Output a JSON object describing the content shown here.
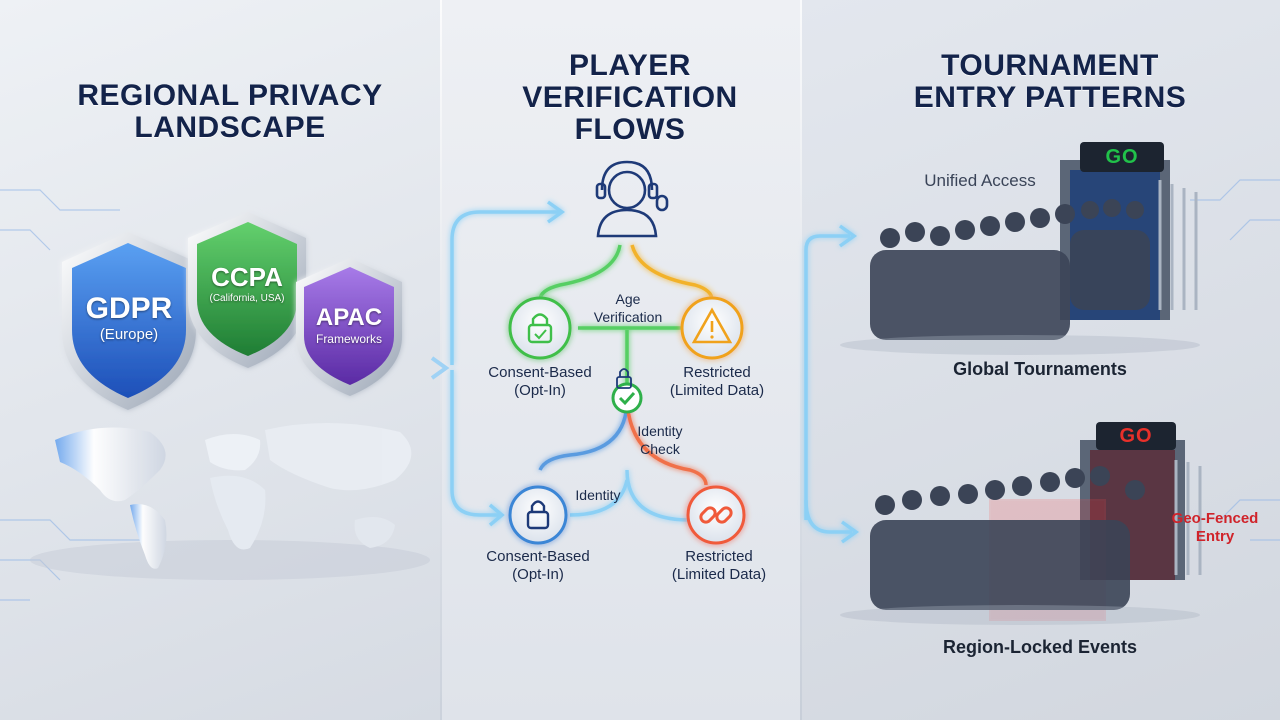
{
  "sections": {
    "left": {
      "title_line1": "REGIONAL PRIVACY",
      "title_line2": "LANDSCAPE",
      "shields": [
        {
          "name": "GDPR",
          "sub": "(Europe)",
          "color": "#2f6fd6"
        },
        {
          "name": "CCPA",
          "sub": "(California, USA)",
          "color": "#2f9d46"
        },
        {
          "name": "APAC",
          "sub": "Frameworks",
          "color": "#7a3fc4"
        }
      ]
    },
    "middle": {
      "title_line1": "PLAYER",
      "title_line2": "VERIFICATION",
      "title_line3": "FLOWS",
      "age_label_line1": "Age",
      "age_label_line2": "Verification",
      "identity_check_line1": "Identity",
      "identity_check_line2": "Check",
      "identity_label": "Identity",
      "nodes": [
        {
          "title": "Consent-Based",
          "sub": "(Opt-In)",
          "color": "#3fbf4a"
        },
        {
          "title": "Restricted",
          "sub": "(Limited Data)",
          "color": "#f0a21c"
        },
        {
          "title": "Consent-Based",
          "sub": "(Opt-In)",
          "color": "#3a86d6"
        },
        {
          "title": "Restricted",
          "sub": "(Limited Data)",
          "color": "#f05a3a"
        }
      ]
    },
    "right": {
      "title_line1": "TOURNAMENT",
      "title_line2": "ENTRY PATTERNS",
      "unified_access": "Unified Access",
      "global_tournaments": "Global Tournaments",
      "geo_fenced_line1": "Geo-Fenced",
      "geo_fenced_line2": "Entry",
      "region_locked": "Region-Locked Events",
      "gate_sign_top": "GO",
      "gate_sign_bottom": "GO",
      "go_green": "#21c24a",
      "go_red": "#e8302a"
    }
  }
}
